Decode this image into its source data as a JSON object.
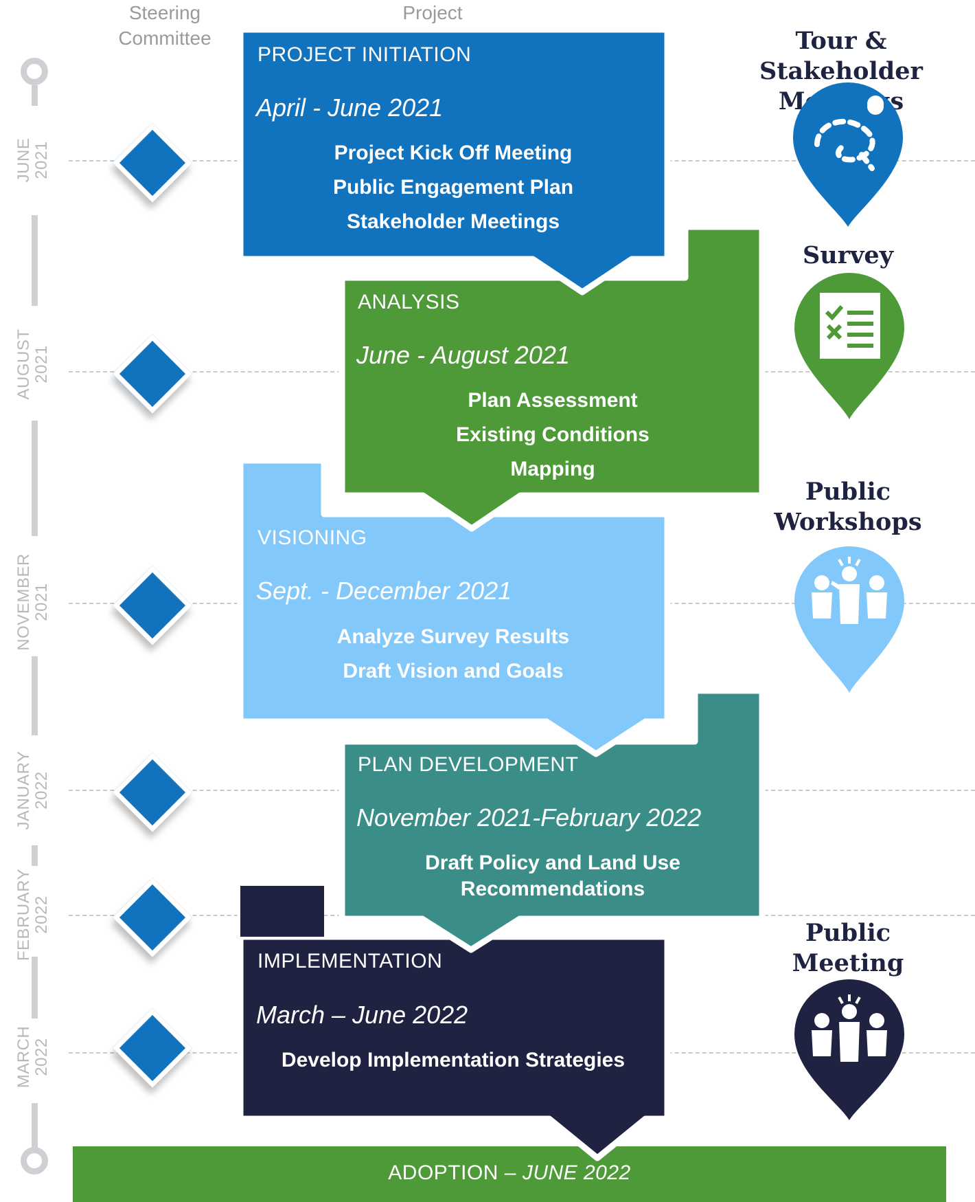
{
  "headers": {
    "steering": "Steering Committee",
    "project": "Project"
  },
  "months": [
    {
      "month": "JUNE",
      "year": "2021"
    },
    {
      "month": "AUGUST",
      "year": "2021"
    },
    {
      "month": "NOVEMBER",
      "year": "2021"
    },
    {
      "month": "JANUARY",
      "year": "2022"
    },
    {
      "month": "FEBRUARY",
      "year": "2022"
    },
    {
      "month": "MARCH",
      "year": "2022"
    }
  ],
  "phases": [
    {
      "title": "PROJECT INITIATION",
      "date": "April - June 2021",
      "items": [
        "Project Kick Off Meeting",
        "Public Engagement Plan",
        "Stakeholder Meetings"
      ],
      "color": "#1172bd"
    },
    {
      "title": "ANALYSIS",
      "date": "June - August 2021",
      "items": [
        "Plan Assessment",
        "Existing Conditions",
        "Mapping"
      ],
      "color": "#4e9a38"
    },
    {
      "title": "VISIONING",
      "date": "Sept. - December 2021",
      "items": [
        "Analyze Survey Results",
        "Draft Vision and Goals"
      ],
      "color": "#82c8fb"
    },
    {
      "title": "PLAN DEVELOPMENT",
      "date": "November 2021-February 2022",
      "items": [
        "Draft Policy and Land Use",
        "Recommendations"
      ],
      "color": "#3a8e87"
    },
    {
      "title": "IMPLEMENTATION",
      "date": "March – June 2022",
      "items": [
        "Develop Implementation Strategies"
      ],
      "color": "#1f2341"
    }
  ],
  "adoption": {
    "label": "ADOPTION –",
    "date": "JUNE 2022",
    "color": "#4e9a38"
  },
  "engagement": [
    {
      "label": "Tour & Stakeholder Meetings",
      "icon": "route-icon",
      "color": "#1172bd"
    },
    {
      "label": "Survey",
      "icon": "checklist-icon",
      "color": "#4e9a38"
    },
    {
      "label": "Public Workshops",
      "icon": "people-icon",
      "color": "#82c8fb"
    },
    {
      "label": "Public Meeting",
      "icon": "people-icon",
      "color": "#1f2341"
    }
  ]
}
